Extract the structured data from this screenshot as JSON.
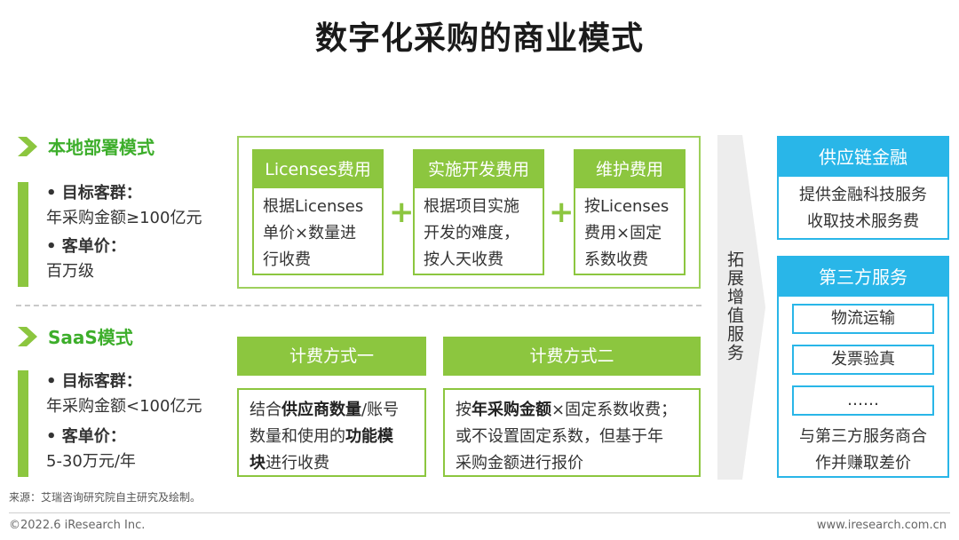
{
  "title": "数字化采购的商业模式",
  "onprem": {
    "heading": "本地部署模式",
    "target_label": "• 目标客群：",
    "target_value": "年采购金额≥100亿元",
    "price_label": "• 客单价：",
    "price_value": "百万级",
    "cards": [
      {
        "head": "Licenses费用",
        "lines": [
          "根据Licenses",
          "单价×数量进",
          "行收费"
        ]
      },
      {
        "head": "实施开发费用",
        "lines": [
          "根据项目实施",
          "开发的难度，",
          "按人天收费"
        ]
      },
      {
        "head": "维护费用",
        "lines": [
          "按Licenses",
          "费用×固定",
          "系数收费"
        ]
      }
    ],
    "plus": "+"
  },
  "saas": {
    "heading": "SaaS模式",
    "target_label": "• 目标客群：",
    "target_value": "年采购金额<100亿元",
    "price_label": "• 客单价：",
    "price_value": "5-30万元/年",
    "method1": {
      "head": "计费方式一",
      "l1a": "结合",
      "l1b": "供应商数量",
      "l1c": "/账号",
      "l2a": "数量和使用的",
      "l2b": "功能模",
      "l3a": "块",
      "l3b": "进行收费"
    },
    "method2": {
      "head": "计费方式二",
      "l1a": "按",
      "l1b": "年采购金额",
      "l1c": "×固定系数收费；",
      "l2": "或不设置固定系数，但基于年",
      "l3": "采购金额进行报价"
    }
  },
  "expand_label": "拓展增值服务",
  "supply": {
    "head": "供应链金融",
    "lines": [
      "提供金融科技服务",
      "收取技术服务费"
    ]
  },
  "third": {
    "head": "第三方服务",
    "items": [
      "物流运输",
      "发票验真",
      "……"
    ],
    "lines": [
      "与第三方服务商合",
      "作并赚取差价"
    ]
  },
  "source": "来源：艾瑞咨询研究院自主研究及绘制。",
  "copyright": "©2022.6 iResearch Inc.",
  "website": "www.iresearch.com.cn",
  "colors": {
    "green": "#8cc63f",
    "blue": "#29b6e8"
  }
}
